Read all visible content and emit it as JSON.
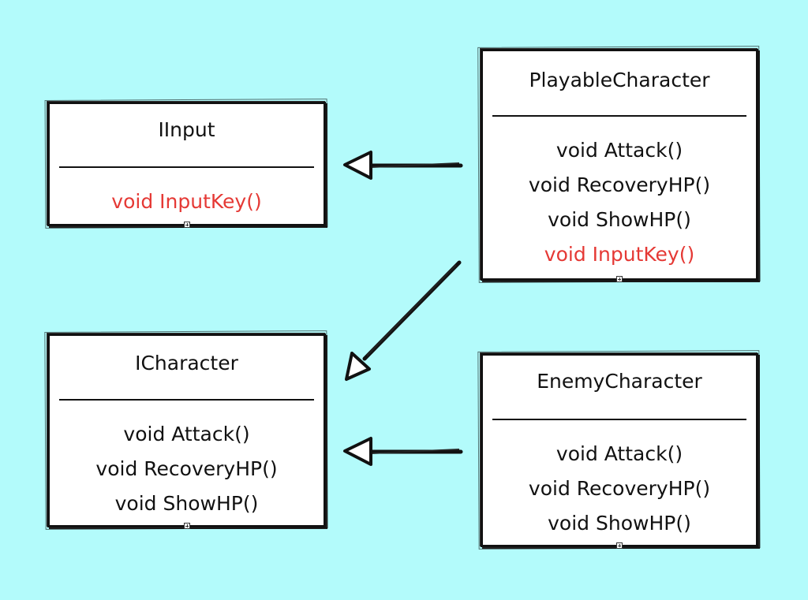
{
  "colors": {
    "background": "#b3fbfb",
    "method_highlight": "#e53935",
    "text": "#111111"
  },
  "boxes": {
    "iinput": {
      "title": "IInput",
      "methods": [
        "void InputKey()"
      ]
    },
    "icharacter": {
      "title": "ICharacter",
      "methods": [
        "void Attack()",
        "void RecoveryHP()",
        "void ShowHP()"
      ]
    },
    "playable": {
      "title": "PlayableCharacter",
      "methods": [
        "void Attack()",
        "void RecoveryHP()",
        "void ShowHP()",
        "void InputKey()"
      ]
    },
    "enemy": {
      "title": "EnemyCharacter",
      "methods": [
        "void Attack()",
        "void RecoveryHP()",
        "void ShowHP()"
      ]
    }
  },
  "relations": [
    {
      "from": "PlayableCharacter",
      "to": "IInput",
      "type": "realization"
    },
    {
      "from": "PlayableCharacter",
      "to": "ICharacter",
      "type": "realization"
    },
    {
      "from": "EnemyCharacter",
      "to": "ICharacter",
      "type": "realization"
    }
  ]
}
